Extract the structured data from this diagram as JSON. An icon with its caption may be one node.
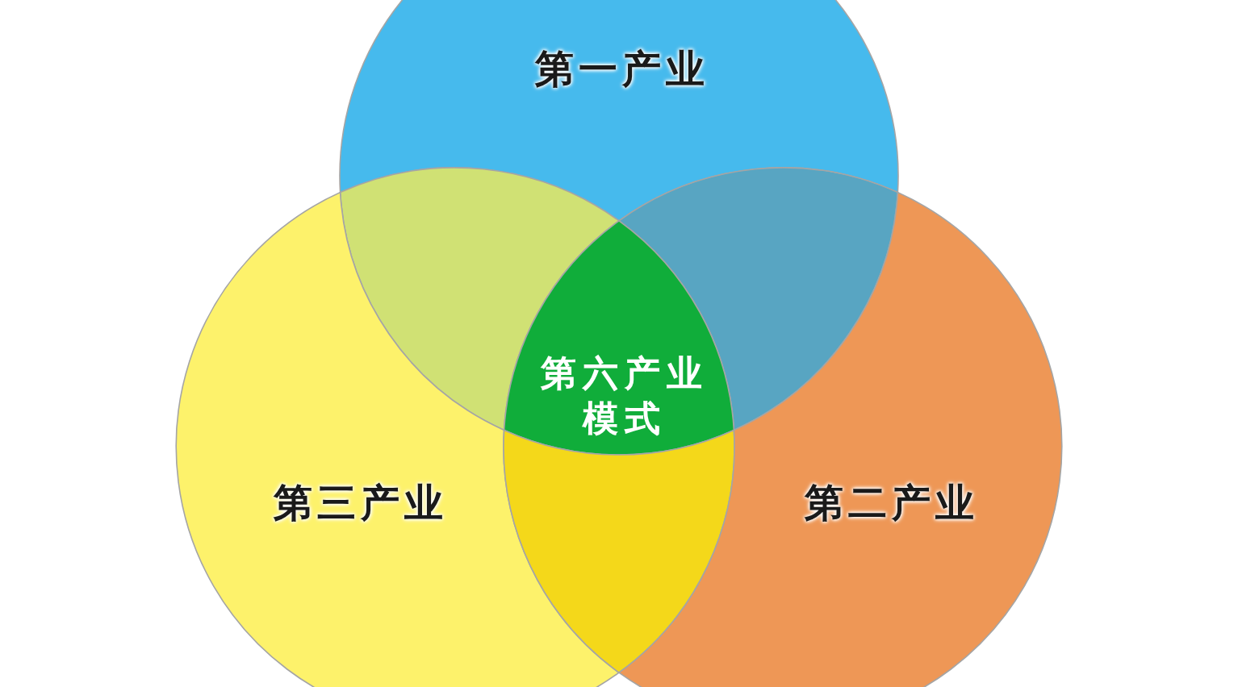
{
  "diagram": {
    "nodes": [
      {
        "text": [
          "第一产业"
        ]
      },
      {
        "text": [],
        "shape": "lens"
      },
      {
        "text": [],
        "shape": "lens"
      },
      {
        "text": [
          "第六产业模式"
        ]
      },
      {
        "text": [
          "第三产业"
        ]
      },
      {
        "text": [],
        "shape": "lens"
      },
      {
        "text": [
          "第二产业"
        ]
      }
    ]
  }
}
